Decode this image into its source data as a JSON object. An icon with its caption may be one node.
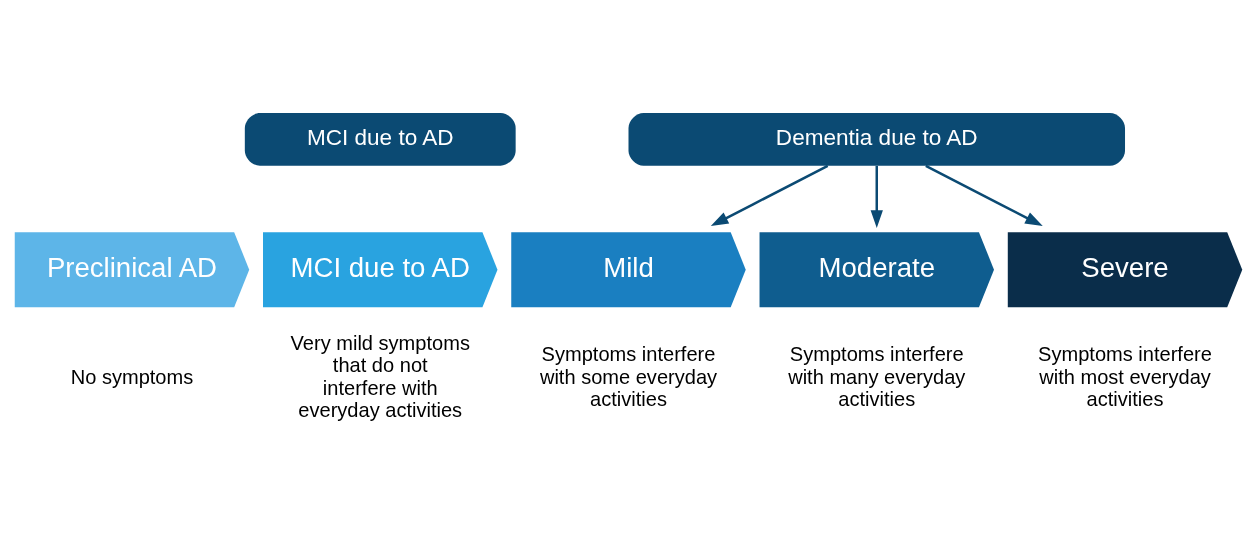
{
  "diagram": {
    "nodes": [
      {
        "text": [
          "MCI due to AD"
        ]
      },
      {
        "text": [
          "Dementia due to AD"
        ]
      },
      {
        "text": [
          "Preclinical AD"
        ],
        "beside": [
          "No symptoms"
        ]
      },
      {
        "text": [
          "MCI due to AD"
        ],
        "beside": [
          "Very mild symptoms that do not interfere with everyday activities"
        ]
      },
      {
        "text": [
          "Mild"
        ],
        "beside": [
          "Symptoms interfere with some everyday activities"
        ]
      },
      {
        "text": [
          "Moderate"
        ],
        "beside": [
          "Symptoms interfere with many everyday activities"
        ]
      },
      {
        "text": [
          "Severe"
        ],
        "beside": [
          "Symptoms interfere with most everyday activities"
        ]
      }
    ],
    "edges": [
      {
        "from": 1,
        "to": 4,
        "arrow": "to"
      },
      {
        "from": 1,
        "to": 5,
        "arrow": "to"
      },
      {
        "from": 1,
        "to": 6,
        "arrow": "to"
      }
    ]
  }
}
